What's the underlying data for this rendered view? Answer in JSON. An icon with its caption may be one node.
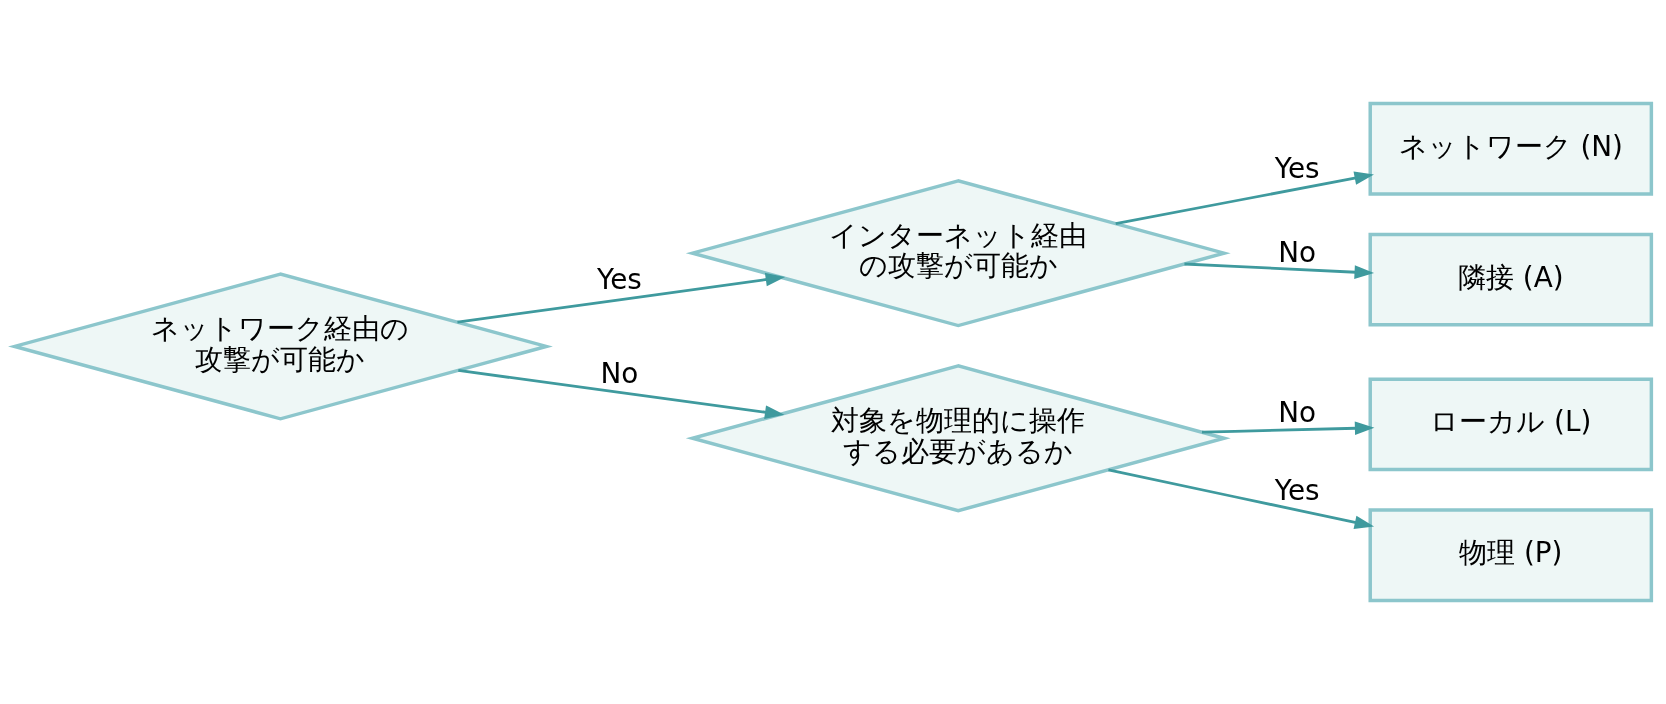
{
  "diagram": {
    "nodes": [
      {
        "text": [
          "ネットワーク経由の攻撃が可能か"
        ]
      },
      {
        "text": [
          "インターネット経由の攻撃が可能か"
        ]
      },
      {
        "text": [
          "対象を物理的に操作する必要があるか"
        ]
      },
      {
        "text": [
          "ネットワーク (N)"
        ]
      },
      {
        "text": [
          "隣接 (A)"
        ]
      },
      {
        "text": [
          "ローカル (L)"
        ]
      },
      {
        "text": [
          "物理 (P)"
        ]
      }
    ],
    "edges": [
      {
        "from": 0,
        "to": 1,
        "arrow": "to",
        "label": "Yes"
      },
      {
        "from": 0,
        "to": 2,
        "arrow": "to",
        "label": "No"
      },
      {
        "from": 1,
        "to": 3,
        "arrow": "to",
        "label": "Yes"
      },
      {
        "from": 1,
        "to": 4,
        "arrow": "to",
        "label": "No"
      },
      {
        "from": 2,
        "to": 5,
        "arrow": "to",
        "label": "No"
      },
      {
        "from": 2,
        "to": 6,
        "arrow": "to",
        "label": "Yes"
      }
    ]
  }
}
